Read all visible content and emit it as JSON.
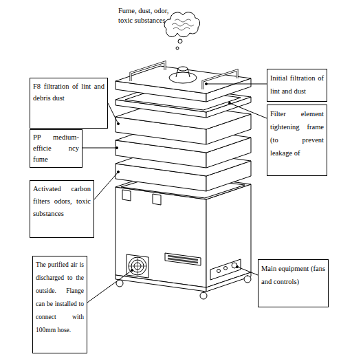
{
  "diagram": {
    "nodes": [
      {
        "text": [
          "F8 filtration of lint and debris dust"
        ]
      },
      {
        "text": [
          "Initial filtration of lint and dust"
        ]
      },
      {
        "text": [
          "Filter element tightening frame (to prevent leakage of"
        ]
      },
      {
        "text": [
          "PP medium-efficie ncy fume"
        ]
      },
      {
        "text": [
          "Activated carbon filters odors, toxic substances"
        ]
      },
      {
        "text": [
          "The purified air is discharged to the outside. Flange can be installed to connect with 100mm hose."
        ]
      },
      {
        "text": [
          "Main equipment (fans and controls)"
        ]
      }
    ],
    "labels": [
      "Fume, dust, odor, toxic substances"
    ]
  }
}
